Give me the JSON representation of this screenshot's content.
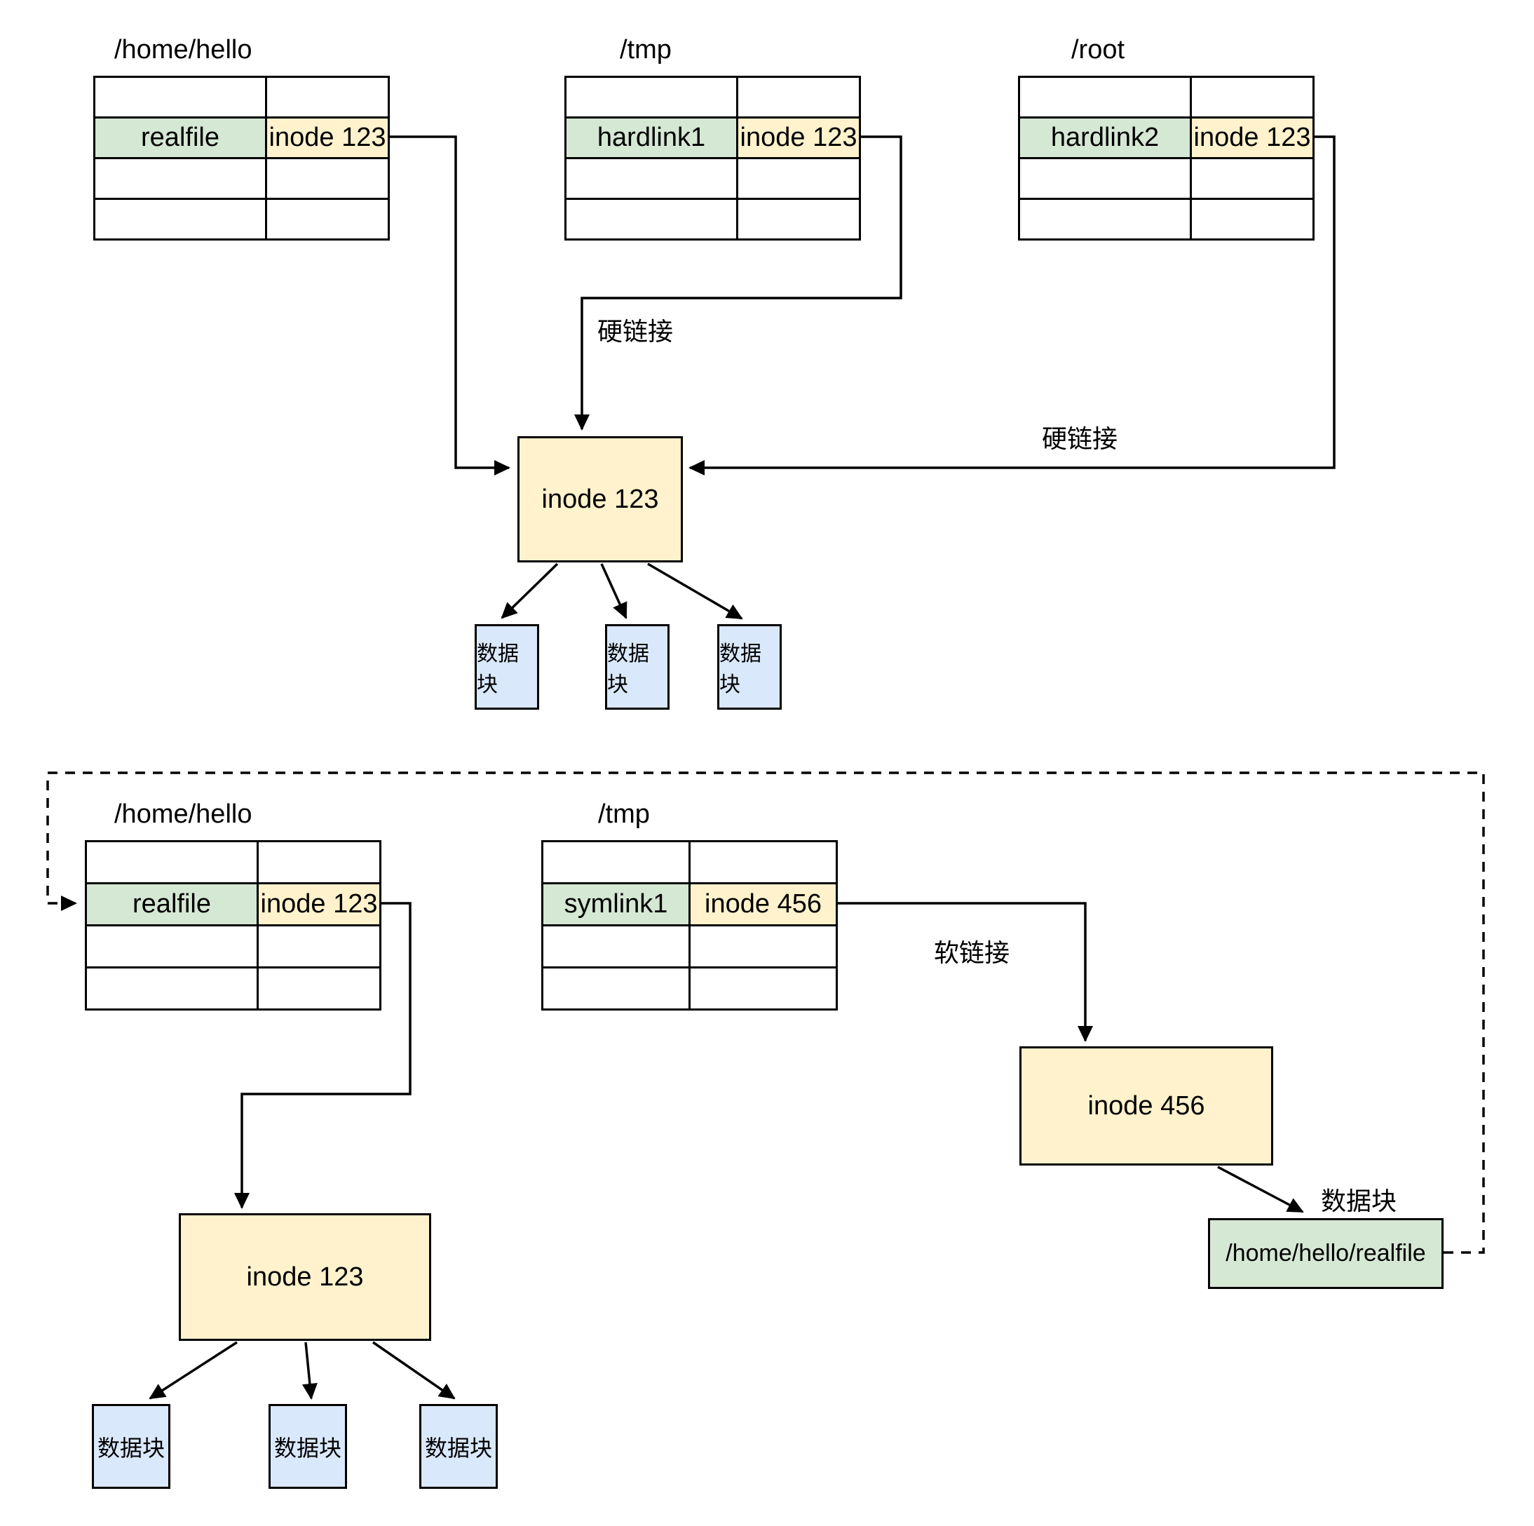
{
  "colors": {
    "green": "#D5E8D4",
    "yellow": "#FFF2CC",
    "blue": "#DAE8FC",
    "line": "#000000",
    "background": "#FFFFFF"
  },
  "hardlink_section": {
    "dir_tables": [
      {
        "title": "/home/hello",
        "entry_name": "realfile",
        "entry_inode": "inode 123"
      },
      {
        "title": "/tmp",
        "entry_name": "hardlink1",
        "entry_inode": "inode 123"
      },
      {
        "title": "/root",
        "entry_name": "hardlink2",
        "entry_inode": "inode 123"
      }
    ],
    "inode_box_label": "inode 123",
    "hardlink_label_1": "硬链接",
    "hardlink_label_2": "硬链接",
    "data_block_labels": [
      "数据块",
      "数据块",
      "数据块"
    ]
  },
  "symlink_section": {
    "dir_tables": [
      {
        "title": "/home/hello",
        "entry_name": "realfile",
        "entry_inode": "inode 123"
      },
      {
        "title": "/tmp",
        "entry_name": "symlink1",
        "entry_inode": "inode 456"
      }
    ],
    "softlink_label": "软链接",
    "inode456_box_label": "inode 456",
    "data_block_pointer_label": "数据块",
    "target_path_box_label": "/home/hello/realfile",
    "inode123_box_label": "inode 123",
    "data_block_labels": [
      "数据块",
      "数据块",
      "数据块"
    ]
  }
}
